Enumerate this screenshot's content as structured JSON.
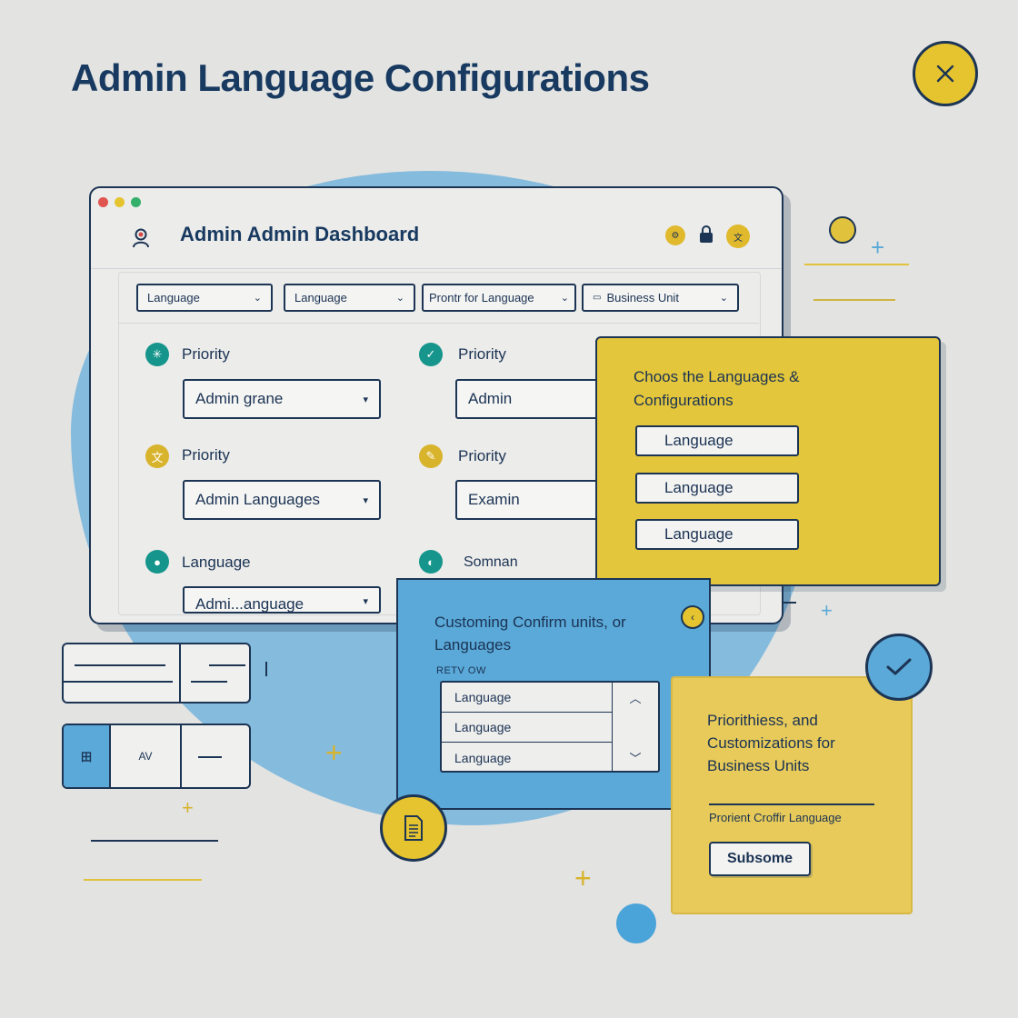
{
  "page": {
    "title": "Admin Language Configurations"
  },
  "window": {
    "title": "Admin Admin Dashboard",
    "filters": [
      {
        "label": "Language"
      },
      {
        "label": "Language"
      },
      {
        "label": "Prontr for Language"
      },
      {
        "label": "Business Unit"
      }
    ],
    "fields": [
      {
        "label": "Priority",
        "value": "Admin grane"
      },
      {
        "label": "Priority",
        "value": "Admin"
      },
      {
        "label": "Priority",
        "value": "Admin Languages"
      },
      {
        "label": "Priority",
        "value": "Examin"
      },
      {
        "label": "Language",
        "value": "Admi...anguage"
      },
      {
        "label": "Somnan"
      }
    ]
  },
  "yellow_card": {
    "heading": "Choos the Languages & Configurations",
    "options": [
      "Language",
      "Language",
      "Language"
    ]
  },
  "blue_card": {
    "heading": "Customing Confirm units, or Languages",
    "sub": "RETV OW",
    "rows": [
      "Language",
      "Language",
      "Language"
    ]
  },
  "pale_card": {
    "heading": "Priorithiess, and Customizations for Business Units",
    "sub": "Prorient Croffir Language",
    "button": "Subsome"
  },
  "left_widget": {
    "left": "田",
    "mid": "AV"
  },
  "colors": {
    "navy": "#1d3555",
    "yellow": "#e3c63b",
    "blue": "#5aa9d8",
    "teal": "#15958b"
  }
}
